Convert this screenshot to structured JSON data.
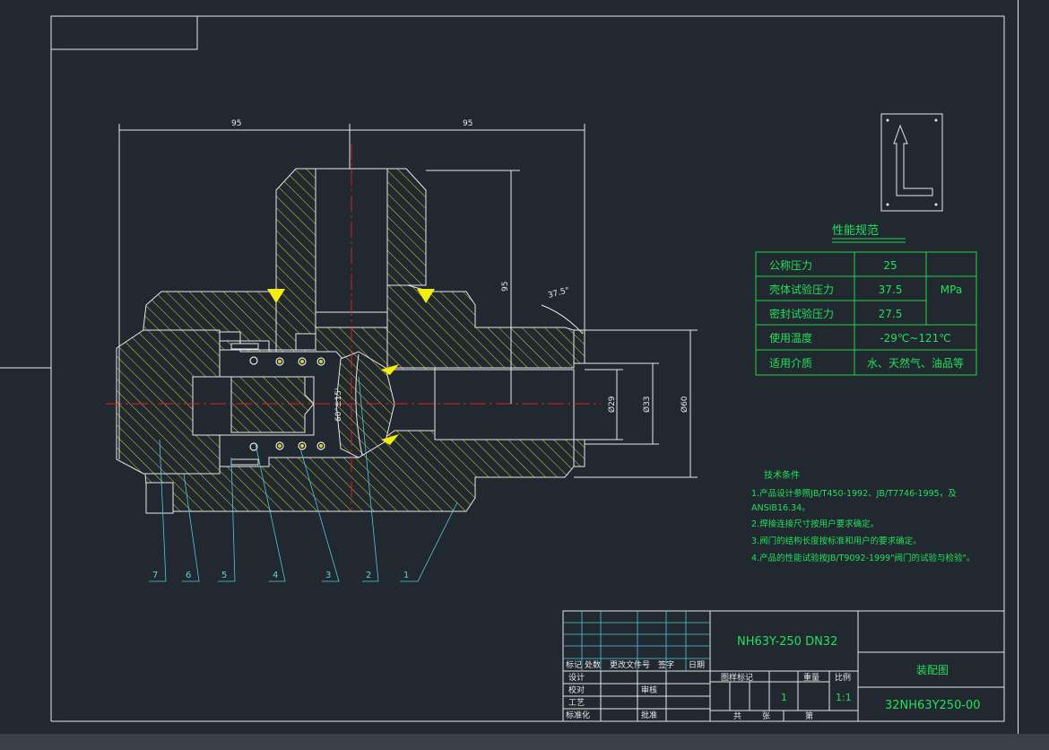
{
  "drawing": {
    "dimensions": {
      "left_width": "95",
      "right_width": "95",
      "height": "95",
      "angle": "37.5°",
      "seat_angle": "60°±15'",
      "dia1": "Ø29",
      "dia2": "Ø33",
      "dia3": "Ø60"
    },
    "part_numbers": [
      "7",
      "6",
      "5",
      "4",
      "3",
      "2",
      "1"
    ],
    "flow_symbol": "flow-direction-arrow-icon"
  },
  "spec_table": {
    "title": "性能规范",
    "rows": [
      {
        "label": "公称压力",
        "value": "25"
      },
      {
        "label": "壳体试验压力",
        "value": "37.5"
      },
      {
        "label": "密封试验压力",
        "value": "27.5"
      },
      {
        "label": "使用温度",
        "value": "-29℃~121℃"
      },
      {
        "label": "适用介质",
        "value": "水、天然气、油品等"
      }
    ],
    "unit": "MPa"
  },
  "tech_notes": {
    "title": "技术条件",
    "lines": [
      "1.产品设计参照JB/T450-1992、JB/T7746-1995，及",
      "ANSIB16.34。",
      "2.焊接连接尺寸按用户要求确定。",
      "3.阀门的结构长度按标准和用户的要求确定。",
      "4.产品的性能试验按JB/T9092-1999\"阀门的试验与检验\"。"
    ]
  },
  "title_block": {
    "model": "NH63Y-250 DN32",
    "drawing_name": "装配图",
    "drawing_number": "32NH63Y250-00",
    "scale": "1:1",
    "quantity": "1",
    "headers": {
      "mark": "标记",
      "count": "处数",
      "change_doc": "更改文件号",
      "signature": "签字",
      "date": "日期",
      "design": "设计",
      "check": "校对",
      "process": "工艺",
      "standard": "标准化",
      "review": "审核",
      "approve": "批准",
      "stage_mark": "图样标记",
      "weight": "重量",
      "ratio": "比例",
      "total": "共",
      "page": "张",
      "sheet": "第"
    }
  },
  "colors": {
    "background": "#212830",
    "line": "#e6e6e6",
    "green": "#22d24a",
    "cyan": "#52c8d8",
    "hatch": "#d8d21a",
    "weld": "#f4ee10",
    "red": "#e02020"
  }
}
